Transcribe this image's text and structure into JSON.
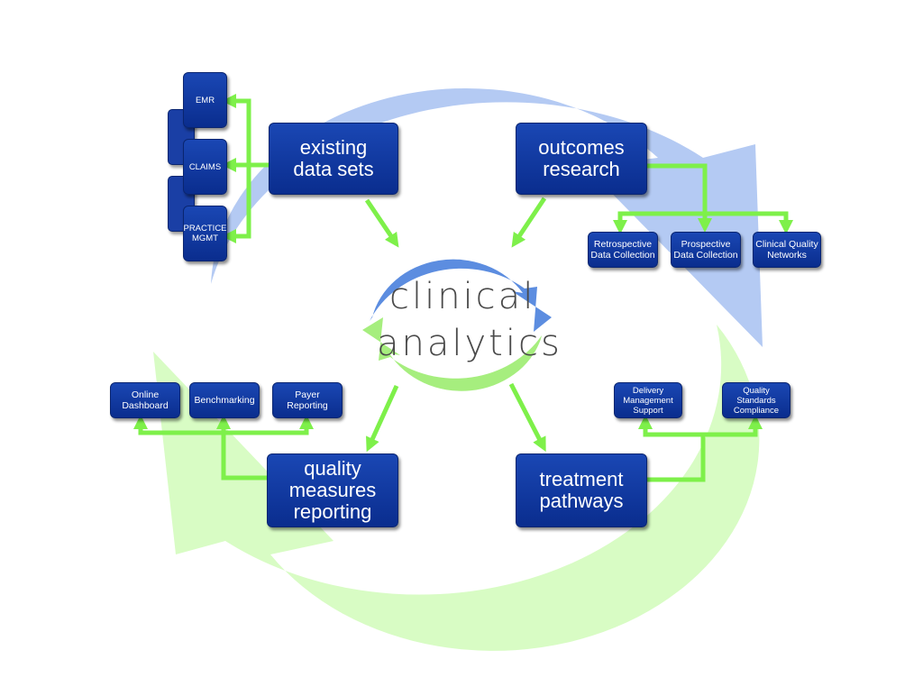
{
  "center": {
    "line1": "clinical",
    "line2": "analytics"
  },
  "main_boxes": {
    "existing": [
      "existing",
      "data sets"
    ],
    "outcomes": [
      "outcomes",
      "research"
    ],
    "quality": [
      "quality",
      "measures",
      "reporting"
    ],
    "treatment": [
      "treatment",
      "pathways"
    ]
  },
  "data_sources": {
    "emr": [
      "EMR"
    ],
    "claims": [
      "CLAIMS"
    ],
    "practice": [
      "PRACTICE",
      "MGMT"
    ]
  },
  "research_types": {
    "retrospective": [
      "Retrospective",
      "Data Collection"
    ],
    "prospective": [
      "Prospective",
      "Data Collection"
    ],
    "networks": [
      "Clinical Quality",
      "Networks"
    ]
  },
  "reporting_outputs": {
    "dashboard": [
      "Online",
      "Dashboard"
    ],
    "benchmarking": [
      "Benchmarking"
    ],
    "payer": [
      "Payer",
      "Reporting"
    ]
  },
  "pathway_outputs": {
    "delivery": [
      "Delivery",
      "Management",
      "Support"
    ],
    "standards": [
      "Quality",
      "Standards",
      "Compliance"
    ]
  },
  "colors": {
    "box_blue": "#0e35a0",
    "connector_green": "#7ef04a",
    "ring_blue": "#b4caf3",
    "ring_green": "#d8fcc4",
    "center_blue": "#5c8de0",
    "center_green": "#a6ee7e"
  }
}
